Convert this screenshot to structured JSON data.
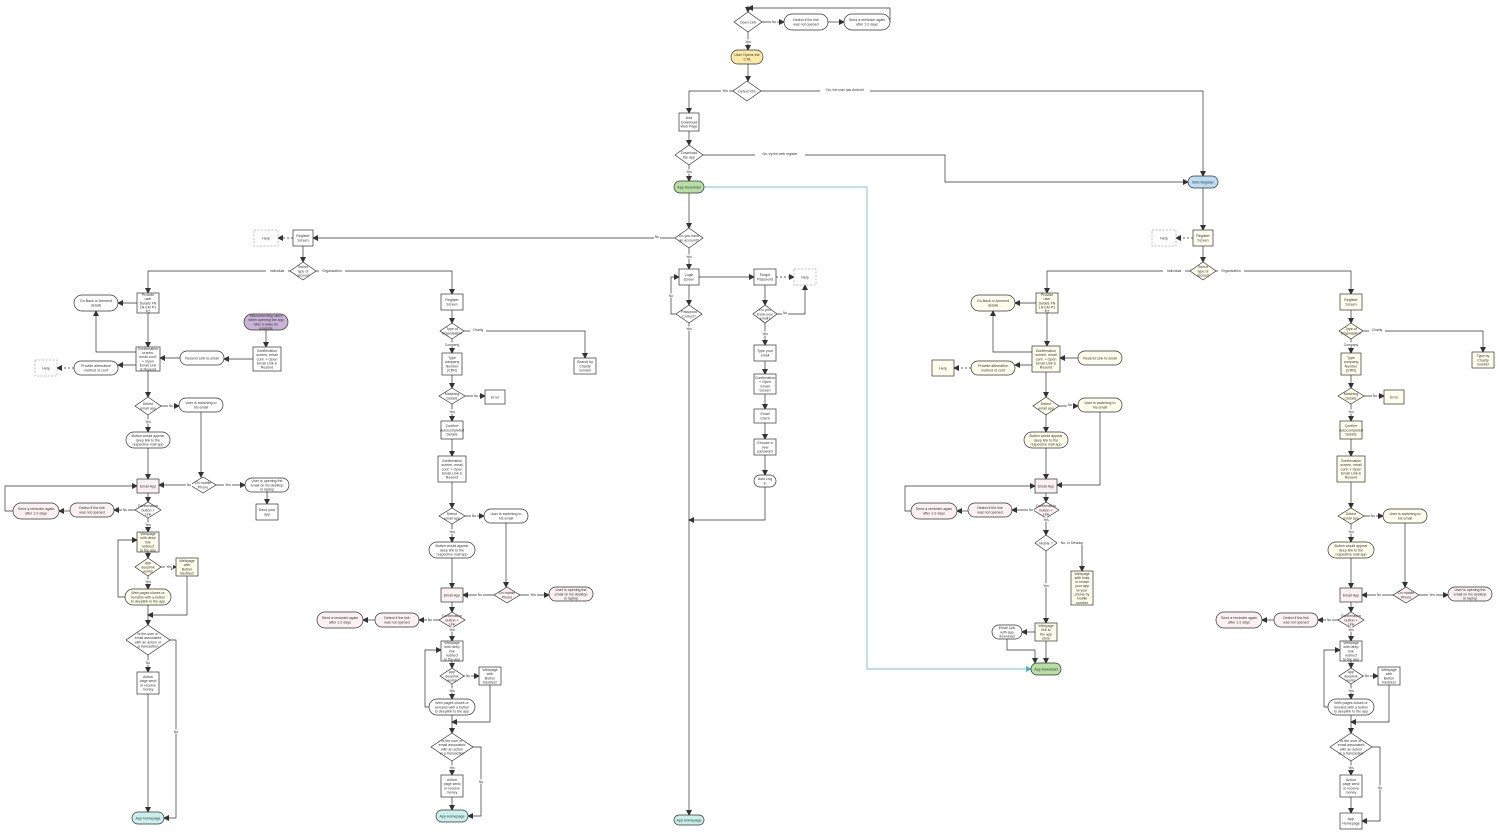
{
  "colors": {
    "line": "#333333",
    "teal_line": "#4fb3b3",
    "stroke": "#333333",
    "fill_white": "#ffffff",
    "fill_yellow": "#fbeaa6",
    "fill_green": "#b7dfa3",
    "fill_blue": "#bcdcf2",
    "fill_purple": "#c9b3d9",
    "fill_cream": "#fefeed",
    "fill_pink": "#fbf0f2",
    "fill_cyan": "#c9f0ed",
    "text": "#333333"
  },
  "nodes": [
    {
      "id": "open_link",
      "label": "Open Link",
      "shape": "diamond",
      "fill": "white"
    },
    {
      "id": "detect_top",
      "label": "Detect if the link was not opened",
      "shape": "pill",
      "fill": "white"
    },
    {
      "id": "reminder_top",
      "label": "Send a reminder again after 1-2 days",
      "shape": "pill",
      "fill": "white"
    },
    {
      "id": "user_opens_cta",
      "label": "User Opens the CTA",
      "shape": "pill",
      "fill": "yellow"
    },
    {
      "id": "detect_ios",
      "label": "Detect iOS",
      "shape": "diamond",
      "fill": "white"
    },
    {
      "id": "redirect_page",
      "label": "Add Download Web Page",
      "shape": "rect",
      "fill": "white"
    },
    {
      "id": "download_q",
      "label": "Download the app",
      "shape": "diamond",
      "fill": "white"
    },
    {
      "id": "app_download_top",
      "label": "App Download",
      "shape": "pill",
      "fill": "green"
    },
    {
      "id": "web_register",
      "label": "Web Register",
      "shape": "pill",
      "fill": "blue"
    },
    {
      "id": "have_account",
      "label": "Do you have an account?",
      "shape": "diamond",
      "fill": "white"
    },
    {
      "id": "login",
      "label": "Login screen",
      "shape": "rect",
      "fill": "white"
    },
    {
      "id": "forgot",
      "label": "Forgot Password",
      "shape": "rect",
      "fill": "white"
    },
    {
      "id": "help_mid",
      "label": "Help",
      "shape": "rect_dashed",
      "fill": "white"
    },
    {
      "id": "password_correct",
      "label": "Password Correct?",
      "shape": "diamond",
      "fill": "white"
    },
    {
      "id": "email_q",
      "label": "Do you know your email?",
      "shape": "diamond",
      "fill": "white"
    },
    {
      "id": "type_email",
      "label": "Type your email",
      "shape": "rect",
      "fill": "white"
    },
    {
      "id": "confirm_open_email",
      "label": "Confirmation + Open Email Screen",
      "shape": "rect",
      "fill": "white"
    },
    {
      "id": "email_client",
      "label": "Email Client",
      "shape": "rect",
      "fill": "white"
    },
    {
      "id": "choose_pw",
      "label": "Choose a new password",
      "shape": "rect",
      "fill": "white"
    },
    {
      "id": "auto_login",
      "label": "Auto Log in",
      "shape": "pill",
      "fill": "white"
    },
    {
      "id": "app_home_mid",
      "label": "App Homepage",
      "shape": "pill",
      "fill": "cyan"
    },
    {
      "id": "L_help",
      "label": "Help",
      "shape": "rect_dashed",
      "fill": "white"
    },
    {
      "id": "L_register",
      "label": "Register Screen",
      "shape": "rect",
      "fill": "white"
    },
    {
      "id": "L_type_user",
      "label": "Select type of account",
      "shape": "diamond",
      "fill": "white"
    },
    {
      "id": "L_provide",
      "label": "Provide user Details FN LN EM P1 P2",
      "shape": "rect",
      "fill": "white"
    },
    {
      "id": "L_goback",
      "label": "Go Back or Amnend details",
      "shape": "pill",
      "fill": "white"
    },
    {
      "id": "L_confirm",
      "label": "Confirmation screen, email conf. + Open Email Link & Resend",
      "shape": "rect",
      "fill": "white"
    },
    {
      "id": "L_resend",
      "label": "Resend Link to email",
      "shape": "pill",
      "fill": "white"
    },
    {
      "id": "L_purple",
      "label": "Misconnecting users when opening the app after a wake for example",
      "shape": "pill",
      "fill": "purple"
    },
    {
      "id": "L_confirm2",
      "label": "Confirmation screen, email conf. + Open Email Link & Resend",
      "shape": "rect",
      "fill": "white"
    },
    {
      "id": "L_alt",
      "label": "Provide alternative method of conf",
      "shape": "pill",
      "fill": "white"
    },
    {
      "id": "L_help2",
      "label": "Help",
      "shape": "rect_dashed",
      "fill": "white"
    },
    {
      "id": "L_detect_app",
      "label": "Detect email app",
      "shape": "diamond",
      "fill": "white"
    },
    {
      "id": "L_switch",
      "label": "User is switching to his email",
      "shape": "pill",
      "fill": "white"
    },
    {
      "id": "L_button",
      "label": "Button would appear deep link to the respective mail app",
      "shape": "pill",
      "fill": "white"
    },
    {
      "id": "L_email_app",
      "label": "Email App",
      "shape": "rect",
      "fill": "pink"
    },
    {
      "id": "L_mobile",
      "label": "On mobile Phone",
      "shape": "diamond",
      "fill": "white"
    },
    {
      "id": "L_desktop",
      "label": "User is opening the email on his desktop or laptop",
      "shape": "pill",
      "fill": "white"
    },
    {
      "id": "L_sendapp",
      "label": "Send your app",
      "shape": "rect",
      "fill": "white"
    },
    {
      "id": "L_reminder",
      "label": "Send a reminder again after 1-2 days",
      "shape": "pill",
      "fill": "pink"
    },
    {
      "id": "L_detect",
      "label": "Detect if the link was not opened",
      "shape": "pill",
      "fill": "pink"
    },
    {
      "id": "L_confirm_btn",
      "label": "Confirmation button + Link",
      "shape": "diamond",
      "fill": "white"
    },
    {
      "id": "L_webpage",
      "label": "Webpage with deep link redirect to the app",
      "shape": "rect",
      "fill": "cream"
    },
    {
      "id": "L_deeplink",
      "label": "App deeplink works",
      "shape": "diamond",
      "fill": "cream"
    },
    {
      "id": "L_webbtn",
      "label": "Webpage with Button Redirect",
      "shape": "rect",
      "fill": "cream"
    },
    {
      "id": "L_closes",
      "label": "Web pages closes or remains with a button to deeplink to the app",
      "shape": "pill",
      "fill": "cream"
    },
    {
      "id": "L_action_q",
      "label": "Is the user or email associated with an action or a transaction",
      "shape": "diamond",
      "fill": "white"
    },
    {
      "id": "L_action",
      "label": "Action page send or receive money",
      "shape": "rect",
      "fill": "white"
    },
    {
      "id": "L_home",
      "label": "App Homepage",
      "shape": "pill",
      "fill": "cyan"
    },
    {
      "id": "M_register",
      "label": "Register Screen",
      "shape": "rect",
      "fill": "white"
    },
    {
      "id": "M_type",
      "label": "Type of Organisation",
      "shape": "diamond",
      "fill": "white"
    },
    {
      "id": "M_company",
      "label": "Type company Number (CRN)",
      "shape": "rect",
      "fill": "white"
    },
    {
      "id": "M_charity",
      "label": "Search by Charity number",
      "shape": "rect",
      "fill": "white"
    },
    {
      "id": "M_matching",
      "label": "Matching Details",
      "shape": "diamond",
      "fill": "white"
    },
    {
      "id": "M_error",
      "label": "Error",
      "shape": "rect",
      "fill": "white"
    },
    {
      "id": "M_confirm_auto",
      "label": "Confirm Autocompleted Details",
      "shape": "rect",
      "fill": "white"
    },
    {
      "id": "M_confirm",
      "label": "Confirmation screen, email conf. + Open Email Link & Resend",
      "shape": "rect",
      "fill": "white"
    },
    {
      "id": "M_detect_app",
      "label": "Detect email app",
      "shape": "diamond",
      "fill": "white"
    },
    {
      "id": "M_switch",
      "label": "User is switching to his email",
      "shape": "pill",
      "fill": "white"
    },
    {
      "id": "M_button",
      "label": "Button would appear deep link to the respective mail app",
      "shape": "pill",
      "fill": "white"
    },
    {
      "id": "M_email_app",
      "label": "Email App",
      "shape": "rect",
      "fill": "pink"
    },
    {
      "id": "M_mobile",
      "label": "On mobile Phone",
      "shape": "diamond",
      "fill": "pink"
    },
    {
      "id": "M_desktop",
      "label": "User is opening the email on his desktop or laptop",
      "shape": "pill",
      "fill": "pink"
    },
    {
      "id": "M_reminder",
      "label": "Send a reminder again after 1-2 days",
      "shape": "pill",
      "fill": "pink"
    },
    {
      "id": "M_detect",
      "label": "Detect if the link was not opened",
      "shape": "pill",
      "fill": "pink"
    },
    {
      "id": "M_confirm_btn",
      "label": "Confirmation button + Link",
      "shape": "diamond",
      "fill": "pink"
    },
    {
      "id": "M_webpage",
      "label": "Webpage with deep link redirect to the app",
      "shape": "rect",
      "fill": "white"
    },
    {
      "id": "M_deeplink",
      "label": "App deeplink works",
      "shape": "diamond",
      "fill": "white"
    },
    {
      "id": "M_webbtn",
      "label": "Webpage with Button Redirect",
      "shape": "rect",
      "fill": "white"
    },
    {
      "id": "M_closes",
      "label": "Web pages closes or remains with a button to deeplink to the app",
      "shape": "pill",
      "fill": "white"
    },
    {
      "id": "M_action_q",
      "label": "Is the user or email associated with an action or a transaction",
      "shape": "diamond",
      "fill": "white"
    },
    {
      "id": "M_action",
      "label": "Action page send or receive money",
      "shape": "rect",
      "fill": "white"
    },
    {
      "id": "M_home",
      "label": "App Homepage",
      "shape": "pill",
      "fill": "cyan"
    },
    {
      "id": "R_help",
      "label": "Help",
      "shape": "rect_dashed",
      "fill": "white"
    },
    {
      "id": "R_register",
      "label": "Register Screen",
      "shape": "rect",
      "fill": "cream"
    },
    {
      "id": "R_type_user",
      "label": "Select type of account",
      "shape": "diamond",
      "fill": "cream"
    },
    {
      "id": "R_provide",
      "label": "Provide user Details FN LN EM P1 P2",
      "shape": "rect",
      "fill": "cream"
    },
    {
      "id": "R_goback",
      "label": "Go Back or Amnend details",
      "shape": "pill",
      "fill": "cream"
    },
    {
      "id": "R_confirm",
      "label": "Confirmation screen, email conf. + Open Email Link & Resend",
      "shape": "rect",
      "fill": "cream"
    },
    {
      "id": "R_resend",
      "label": "Resend Link to email",
      "shape": "pill",
      "fill": "cream"
    },
    {
      "id": "R_alt",
      "label": "Provide alternative method of conf",
      "shape": "pill",
      "fill": "cream"
    },
    {
      "id": "R_help2",
      "label": "Help",
      "shape": "rect",
      "fill": "cream"
    },
    {
      "id": "R_detect_app",
      "label": "Detect email app",
      "shape": "diamond",
      "fill": "cream"
    },
    {
      "id": "R_switch",
      "label": "User is switching to his email",
      "shape": "pill",
      "fill": "cream"
    },
    {
      "id": "R_button",
      "label": "Button would appear deep link to the respective mail app",
      "shape": "pill",
      "fill": "cream"
    },
    {
      "id": "R_email_app",
      "label": "Email App",
      "shape": "rect",
      "fill": "pink"
    },
    {
      "id": "R_reminder",
      "label": "Send a reminder again after 1-2 days",
      "shape": "pill",
      "fill": "pink"
    },
    {
      "id": "R_detect",
      "label": "Detect if the link was not opened",
      "shape": "pill",
      "fill": "pink"
    },
    {
      "id": "R_confirm_btn",
      "label": "Confirmation button + Link",
      "shape": "diamond",
      "fill": "pink"
    },
    {
      "id": "R_mobile_q",
      "label": "Mobile ?",
      "shape": "diamond",
      "fill": "white"
    },
    {
      "id": "R_webpage_links",
      "label": "Webpage with links to install your app to your phone by mobile number",
      "shape": "rect",
      "fill": "cream"
    },
    {
      "id": "R_email_link",
      "label": "Email Link with app download",
      "shape": "pill",
      "fill": "white"
    },
    {
      "id": "R_webpage_store",
      "label": "Webpage link to the app store",
      "shape": "rect",
      "fill": "cream"
    },
    {
      "id": "R_app_download",
      "label": "App Download",
      "shape": "pill",
      "fill": "green"
    },
    {
      "id": "RR_register",
      "label": "Register Screen",
      "shape": "rect",
      "fill": "cream"
    },
    {
      "id": "RR_type",
      "label": "Type of Organisation",
      "shape": "diamond",
      "fill": "cream"
    },
    {
      "id": "RR_company",
      "label": "Type company Number (CRN)",
      "shape": "rect",
      "fill": "cream"
    },
    {
      "id": "RR_charity",
      "label": "Type by Charity number",
      "shape": "rect",
      "fill": "cream"
    },
    {
      "id": "RR_matching",
      "label": "Matching Details",
      "shape": "diamond",
      "fill": "cream"
    },
    {
      "id": "RR_error",
      "label": "Error",
      "shape": "rect",
      "fill": "cream"
    },
    {
      "id": "RR_confirm_auto",
      "label": "Confirm Autocompleted Details",
      "shape": "rect",
      "fill": "cream"
    },
    {
      "id": "RR_confirm",
      "label": "Confirmation screen, email conf. + Open Email Link & Resend",
      "shape": "rect",
      "fill": "cream"
    },
    {
      "id": "RR_detect_app",
      "label": "Detect email app",
      "shape": "diamond",
      "fill": "cream"
    },
    {
      "id": "RR_switch",
      "label": "User is switching to his email",
      "shape": "pill",
      "fill": "cream"
    },
    {
      "id": "RR_button",
      "label": "Button would appear deep link to the respective mail app",
      "shape": "pill",
      "fill": "cream"
    },
    {
      "id": "RR_email_app",
      "label": "Email App",
      "shape": "rect",
      "fill": "pink"
    },
    {
      "id": "RR_mobile",
      "label": "On mobile Phone",
      "shape": "diamond",
      "fill": "pink"
    },
    {
      "id": "RR_desktop",
      "label": "User is opening the email on his desktop or laptop",
      "shape": "pill",
      "fill": "pink"
    },
    {
      "id": "RR_reminder",
      "label": "Send a reminder again after 1-2 days",
      "shape": "pill",
      "fill": "pink"
    },
    {
      "id": "RR_detect",
      "label": "Detect if the link was not opened",
      "shape": "pill",
      "fill": "pink"
    },
    {
      "id": "RR_confirm_btn",
      "label": "Confirmation button + Link",
      "shape": "diamond",
      "fill": "pink"
    },
    {
      "id": "RR_webpage",
      "label": "Webpage with deep link redirect to the app",
      "shape": "rect",
      "fill": "white"
    },
    {
      "id": "RR_deeplink",
      "label": "App deeplink works",
      "shape": "diamond",
      "fill": "white"
    },
    {
      "id": "RR_webbtn",
      "label": "Webpage with Button Redirect",
      "shape": "rect",
      "fill": "white"
    },
    {
      "id": "RR_closes",
      "label": "Web pages closes or remains with a button to deeplink to the app",
      "shape": "pill",
      "fill": "white"
    },
    {
      "id": "RR_action_q",
      "label": "Is the user or email associated with an action or a transaction",
      "shape": "diamond",
      "fill": "white"
    },
    {
      "id": "RR_action",
      "label": "Action page send or receive money",
      "shape": "rect",
      "fill": "white"
    },
    {
      "id": "RR_home",
      "label": "App Homepage",
      "shape": "rect",
      "fill": "white"
    }
  ],
  "edge_labels": [
    {
      "id": "e_no_top",
      "text": "No"
    },
    {
      "id": "e_yes_top",
      "text": "Yes"
    },
    {
      "id": "e_yes_ios",
      "text": "Yes"
    },
    {
      "id": "e_no_android",
      "text": "No, the user has Android"
    },
    {
      "id": "e_no_web",
      "text": "No, try the web register"
    },
    {
      "id": "e_yes_dl",
      "text": "Yes"
    },
    {
      "id": "e_no_acc",
      "text": "No"
    },
    {
      "id": "e_yes_acc",
      "text": "Yes"
    },
    {
      "id": "e_no_pw",
      "text": "No"
    },
    {
      "id": "e_yes_pw",
      "text": "Yes"
    },
    {
      "id": "e_no_em",
      "text": "No"
    },
    {
      "id": "e_yes_em",
      "text": "Yes"
    },
    {
      "id": "e_L_ind",
      "text": "Individual"
    },
    {
      "id": "e_L_org",
      "text": "Organisation"
    },
    {
      "id": "e_L_yes1",
      "text": "Yes"
    },
    {
      "id": "e_L_no1",
      "text": "No"
    },
    {
      "id": "e_L_yes2",
      "text": "Yes"
    },
    {
      "id": "e_L_no2",
      "text": "No"
    },
    {
      "id": "e_L_no3",
      "text": "No"
    },
    {
      "id": "e_L_yes3",
      "text": "Yes"
    },
    {
      "id": "e_L_yes4",
      "text": "Yes"
    },
    {
      "id": "e_L_no4",
      "text": "No"
    },
    {
      "id": "e_L_yes5",
      "text": "Yes"
    },
    {
      "id": "e_L_no5",
      "text": "No"
    },
    {
      "id": "e_M_charity",
      "text": "Charity"
    },
    {
      "id": "e_M_company",
      "text": "Company"
    },
    {
      "id": "e_M_no1",
      "text": "No"
    },
    {
      "id": "e_M_yes1",
      "text": "Yes"
    },
    {
      "id": "e_M_no2",
      "text": "No"
    },
    {
      "id": "e_M_yes2",
      "text": "Yes"
    },
    {
      "id": "e_M_yes3",
      "text": "Yes"
    },
    {
      "id": "e_M_no3",
      "text": "No"
    },
    {
      "id": "e_M_no4",
      "text": "No"
    },
    {
      "id": "e_M_yes4",
      "text": "Yes"
    },
    {
      "id": "e_M_no5",
      "text": "No"
    },
    {
      "id": "e_M_yes5",
      "text": "Yes"
    },
    {
      "id": "e_M_yes6",
      "text": "Yes"
    },
    {
      "id": "e_M_no6",
      "text": "No"
    },
    {
      "id": "e_R_ind",
      "text": "Individual"
    },
    {
      "id": "e_R_org",
      "text": "Organisation"
    },
    {
      "id": "e_R_no1",
      "text": "No"
    },
    {
      "id": "e_R_no2",
      "text": "No"
    },
    {
      "id": "e_R_yes2",
      "text": "Yes"
    },
    {
      "id": "e_R_desktop",
      "text": "No, or Desktop"
    },
    {
      "id": "e_R_yes3",
      "text": "Yes"
    },
    {
      "id": "e_RR_charity",
      "text": "Charity"
    },
    {
      "id": "e_RR_company",
      "text": "Company"
    },
    {
      "id": "e_RR_no1",
      "text": "No"
    },
    {
      "id": "e_RR_yes1",
      "text": "Yes"
    },
    {
      "id": "e_RR_no2",
      "text": "No"
    },
    {
      "id": "e_RR_yes2",
      "text": "Yes"
    },
    {
      "id": "e_RR_yes3",
      "text": "Yes"
    },
    {
      "id": "e_RR_no3",
      "text": "No"
    },
    {
      "id": "e_RR_no4",
      "text": "No"
    },
    {
      "id": "e_RR_yes4",
      "text": "Yes"
    },
    {
      "id": "e_RR_no5",
      "text": "No"
    },
    {
      "id": "e_RR_yes5",
      "text": "Yes"
    },
    {
      "id": "e_RR_yes6",
      "text": "Yes"
    },
    {
      "id": "e_RR_no6",
      "text": "No"
    }
  ]
}
